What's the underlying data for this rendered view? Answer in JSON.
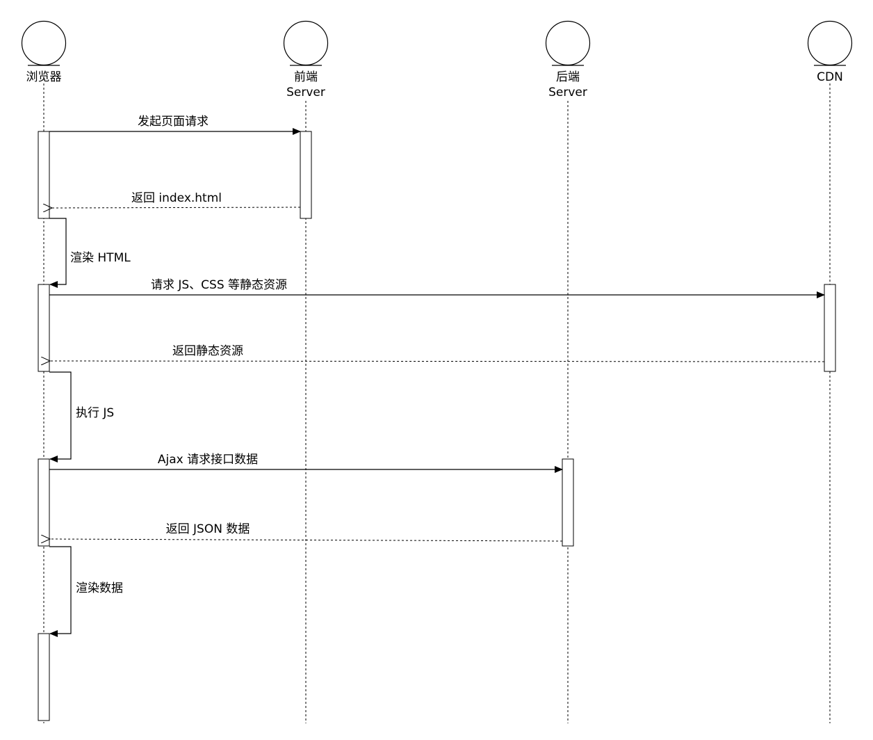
{
  "actors": [
    {
      "id": "browser",
      "lines": [
        "浏览器"
      ]
    },
    {
      "id": "frontend",
      "lines": [
        "前端",
        "Server"
      ]
    },
    {
      "id": "backend",
      "lines": [
        "后端",
        "Server"
      ]
    },
    {
      "id": "cdn",
      "lines": [
        "CDN"
      ]
    }
  ],
  "messages": [
    {
      "id": "request-page",
      "label": "发起页面请求",
      "from": "browser",
      "to": "frontend",
      "kind": "sync"
    },
    {
      "id": "return-index",
      "label": "返回 index.html",
      "from": "frontend",
      "to": "browser",
      "kind": "return"
    },
    {
      "id": "render-html",
      "label": "渲染 HTML",
      "from": "browser",
      "to": "browser",
      "kind": "self"
    },
    {
      "id": "request-static",
      "label": "请求 JS、CSS 等静态资源",
      "from": "browser",
      "to": "cdn",
      "kind": "sync"
    },
    {
      "id": "return-static",
      "label": "返回静态资源",
      "from": "cdn",
      "to": "browser",
      "kind": "return"
    },
    {
      "id": "execute-js",
      "label": "执行 JS",
      "from": "browser",
      "to": "browser",
      "kind": "self"
    },
    {
      "id": "ajax-request",
      "label": "Ajax 请求接口数据",
      "from": "browser",
      "to": "backend",
      "kind": "sync"
    },
    {
      "id": "return-json",
      "label": "返回 JSON 数据",
      "from": "backend",
      "to": "browser",
      "kind": "return"
    },
    {
      "id": "render-data",
      "label": "渲染数据",
      "from": "browser",
      "to": "browser",
      "kind": "self"
    }
  ]
}
